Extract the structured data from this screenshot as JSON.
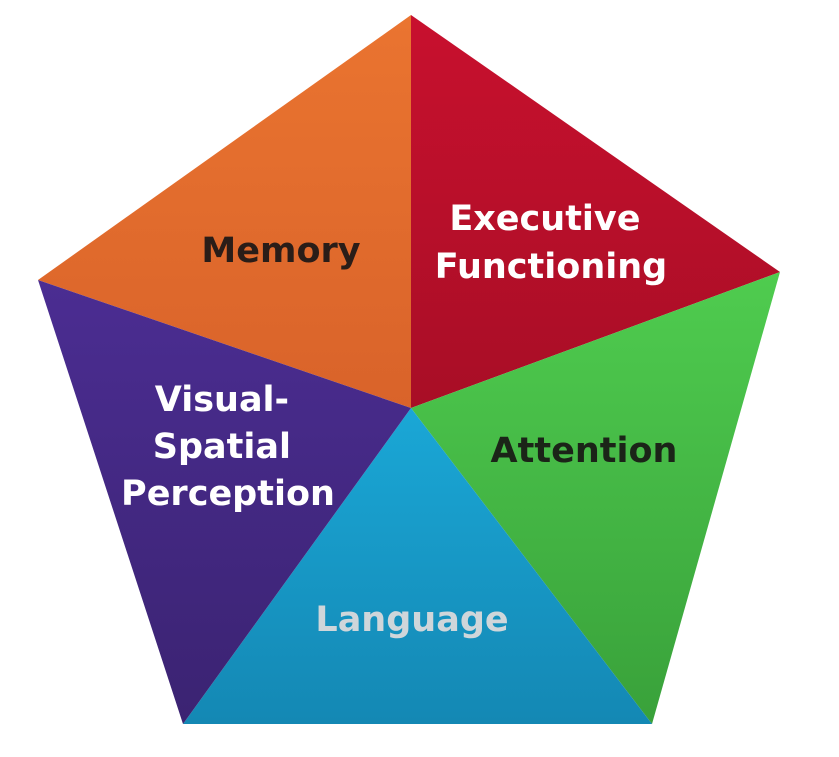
{
  "segments": [
    {
      "id": "memory",
      "lines": [
        "Memory"
      ],
      "text_color": "#2a1d18",
      "color_top": "#ea7430",
      "color_bottom": "#d9632a"
    },
    {
      "id": "executive-functioning",
      "lines": [
        "Executive",
        "Functioning"
      ],
      "text_color": "#ffffff",
      "color_top": "#c8102e",
      "color_bottom": "#a80e26"
    },
    {
      "id": "attention",
      "lines": [
        "Attention"
      ],
      "text_color": "#1b2418",
      "color_top": "#4fcc4f",
      "color_bottom": "#39a13a"
    },
    {
      "id": "language",
      "lines": [
        "Language"
      ],
      "text_color": "#cfd6da",
      "color_top": "#1aa7d6",
      "color_bottom": "#1488b4"
    },
    {
      "id": "visual-spatial-perception",
      "lines": [
        "Visual-",
        "Spatial",
        "Perception"
      ],
      "text_color": "#ffffff",
      "color_top": "#4b2d92",
      "color_bottom": "#3b2372"
    }
  ]
}
